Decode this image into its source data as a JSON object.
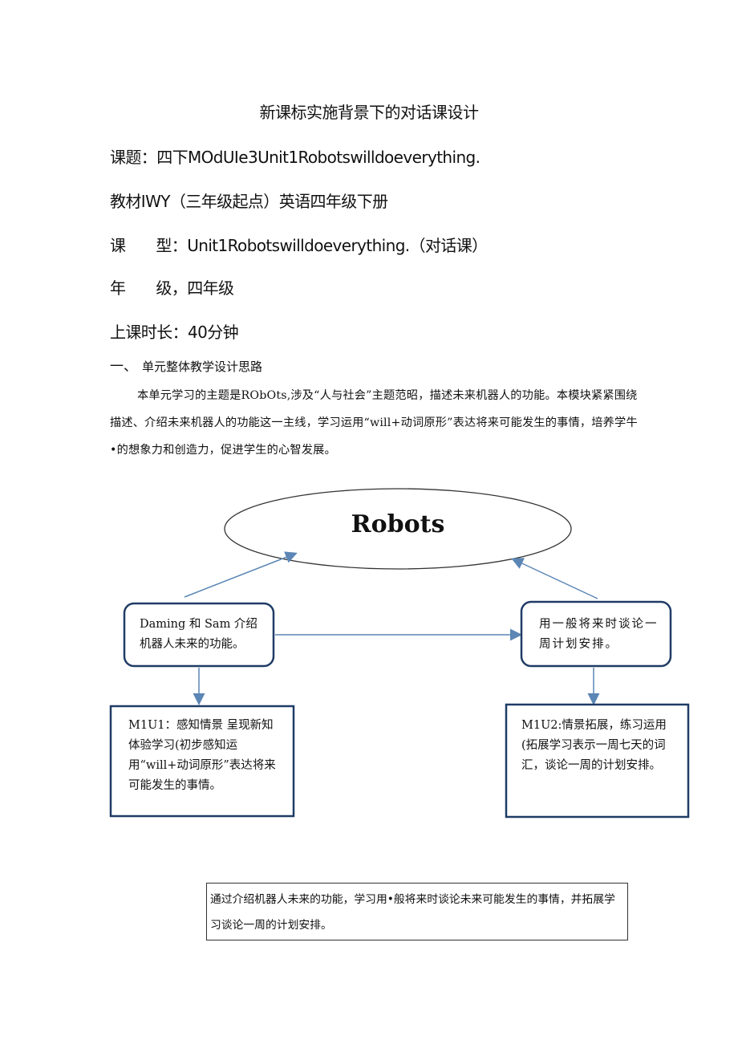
{
  "doc": {
    "title": "新课标实施背景下的对话课设计",
    "topic_label": "课题：",
    "topic_value": "四下MOdUIe3Unit1Robotswilldoeverything.",
    "textbook": "教材IWY（三年级起点）英语四年级下册",
    "type_label_a": "课",
    "type_label_b": "型：",
    "type_value": "Unit1Robotswilldoeverything.（对话课）",
    "grade_label_a": "年",
    "grade_label_b": "级，",
    "grade_value": "四年级",
    "duration": "上课时长：40分钟"
  },
  "section1": {
    "number": "一、",
    "heading": "单元整体教学设计思路",
    "paragraph": "本单元学习的主题是RObOts,涉及“人与社会”主题范昭，描述未来机器人的功能。本模块紧紧围绕描述、介绍未来机器人的功能这一主线，学习运用“will+动词原形”表达将来可能发生的事情，培养学牛•的想象力和创造力，促进学生的心智发展。"
  },
  "diagram": {
    "center": "Robots",
    "left_box": "Daming 和 Sam 介绍机器人未来的功能。",
    "right_box": "用一般将来时谈论一周计划安排。",
    "left_lower": "M1U1：感知情景 呈现新知 体验学习(初步感知运用“will+动词原形”表达将来可能发生的事情。",
    "right_lower": "M1U2:情景拓展，练习运用(拓展学习表示一周七天的词汇，谈论一周的计划安排。",
    "arrow_color": "#5b86b5",
    "box_border_color": "#1f3c66"
  },
  "summary": "通过介绍机器人未来的功能，学习用•般将来时谈论未来可能发生的事情，并拓展学习谈论一周的计划安排。"
}
